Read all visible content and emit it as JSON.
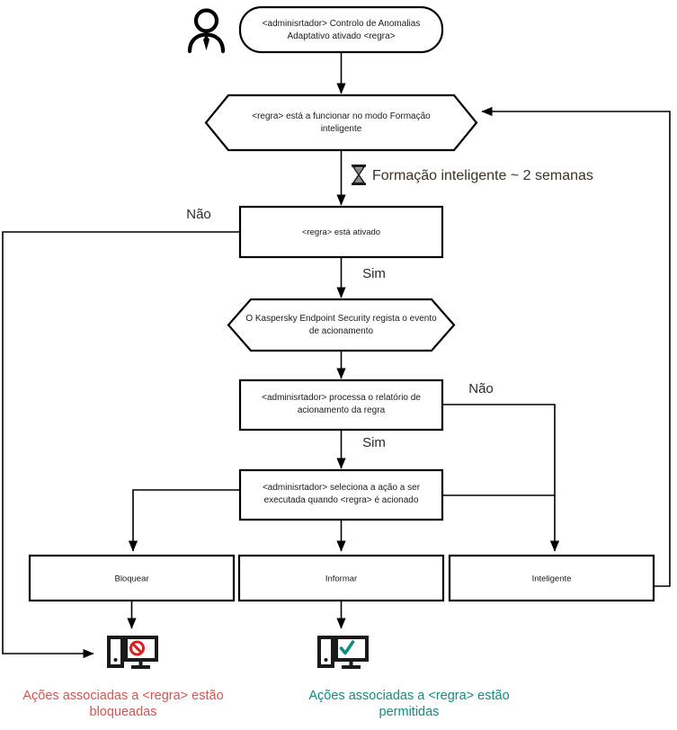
{
  "diagram": {
    "title": "Adaptive Anomaly Control rule flowchart",
    "language": "pt-PT",
    "colors": {
      "blocked": "#d9534f",
      "allowed": "#128c7e",
      "line": "#000000",
      "annotation_text": "#3b3425"
    },
    "actor": {
      "icon": "person-icon",
      "label": ""
    },
    "nodes": [
      {
        "id": "start",
        "shape": "rounded-rect",
        "line1": "<adminisrtador> Controlo de Anomalias",
        "line2": "Adaptativo ativado <regra>"
      },
      {
        "id": "training-mode",
        "shape": "hexagon",
        "line1": "<regra> está a funcionar no modo Formação",
        "line2": "inteligente"
      },
      {
        "id": "rule-enabled",
        "shape": "rect",
        "line1": "<regra> está ativado",
        "line2": ""
      },
      {
        "id": "kes-logs-event",
        "shape": "hexagon",
        "line1": "O Kaspersky Endpoint Security regista o evento",
        "line2": "de acionamento"
      },
      {
        "id": "admin-processes-report",
        "shape": "rect",
        "line1": "<adminisrtador> processa o relatório de",
        "line2": "acionamento da regra"
      },
      {
        "id": "admin-selects-action",
        "shape": "rect",
        "line1": "<adminisrtador> seleciona a ação a ser",
        "line2": "executada quando <regra> é acionado"
      },
      {
        "id": "action-block",
        "shape": "rect",
        "line1": "Bloquear",
        "line2": ""
      },
      {
        "id": "action-inform",
        "shape": "rect",
        "line1": "Informar",
        "line2": ""
      },
      {
        "id": "action-smart",
        "shape": "rect",
        "line1": "Inteligente",
        "line2": ""
      }
    ],
    "annotation": {
      "icon": "hourglass-icon",
      "text": "Formação inteligente ~ 2 semanas"
    },
    "branch_labels": {
      "rule_enabled_no": "Não",
      "rule_enabled_yes": "Sim",
      "report_no": "Não",
      "report_yes": "Sim"
    },
    "outcomes": [
      {
        "id": "outcome-blocked",
        "icon": "computer-blocked-icon",
        "line1": "Ações associadas a <regra> estão",
        "line2": "bloqueadas"
      },
      {
        "id": "outcome-allowed",
        "icon": "computer-allowed-icon",
        "line1": "Ações associadas a <regra> estão",
        "line2": "permitidas"
      }
    ]
  }
}
